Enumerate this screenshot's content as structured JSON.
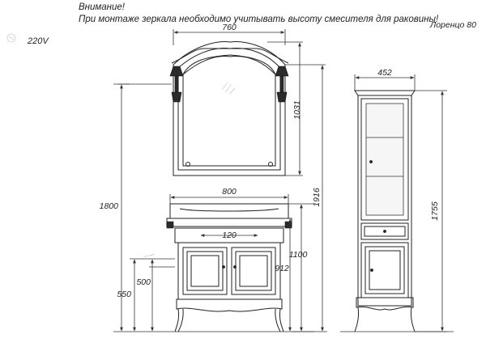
{
  "notes": {
    "warning_title": "Внимание!",
    "warning_text": "При монтаже зеркала необходимо учитывать высоту смесителя для раковины!",
    "model": "Лоренцо  80",
    "voltage": "220V"
  },
  "dimensions": {
    "mirror_width": "760",
    "mirror_height": "1031",
    "mirror_top_height": "1800",
    "total_height": "1916",
    "cabinet_width": "800",
    "cabinet_height": "1100",
    "cabinet_body_height": "912",
    "drawer_width": "120",
    "pipe_height_1": "500",
    "pipe_height_2": "550",
    "column_width": "452",
    "column_height": "1755"
  }
}
